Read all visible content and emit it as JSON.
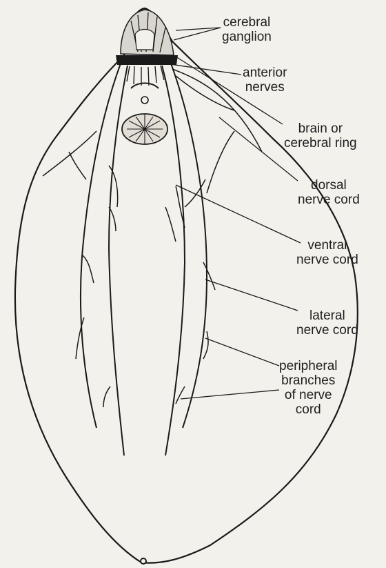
{
  "colors": {
    "ink": "#1a1a1a",
    "paper": "#f3f1ec"
  },
  "labels": {
    "cerebral_ganglion": [
      "cerebral",
      "ganglion"
    ],
    "anterior_nerves": [
      "anterior",
      "nerves"
    ],
    "brain_or_cerebral_ring": [
      "brain  or",
      "cerebral ring"
    ],
    "dorsal_nerve_cord": [
      "dorsal",
      "nerve cord"
    ],
    "ventral_nerve_cord": [
      "ventral",
      "nerve cord"
    ],
    "lateral_nerve_cord": [
      "lateral",
      "nerve cord"
    ],
    "peripheral_branches": [
      "peripheral",
      "branches",
      "of nerve",
      "cord"
    ]
  }
}
